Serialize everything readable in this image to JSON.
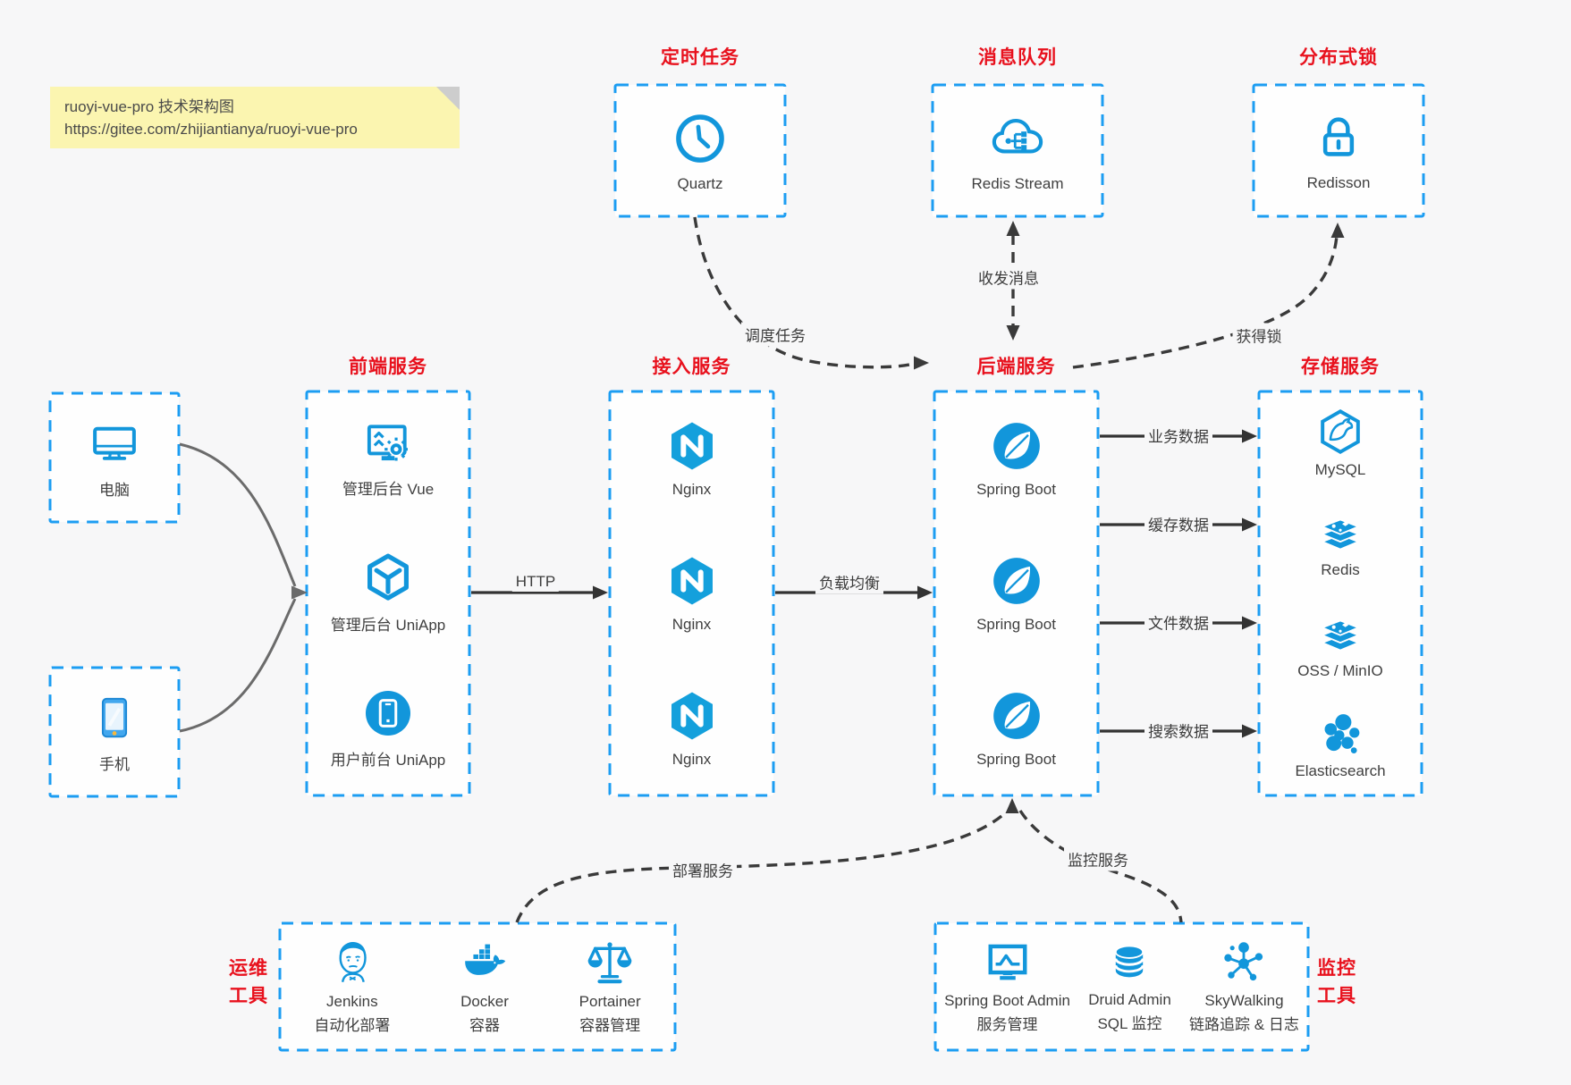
{
  "note": {
    "line1": "ruoyi-vue-pro 技术架构图",
    "line2": "https://gitee.com/zhijiantianya/ruoyi-vue-pro"
  },
  "top": [
    {
      "title": "定时任务",
      "item": {
        "icon": "clock-icon",
        "label": "Quartz"
      }
    },
    {
      "title": "消息队列",
      "item": {
        "icon": "redis-stream-cloud-icon",
        "label": "Redis Stream"
      }
    },
    {
      "title": "分布式锁",
      "item": {
        "icon": "lock-icon",
        "label": "Redisson"
      }
    }
  ],
  "clients": [
    {
      "icon": "desktop-icon",
      "label": "电脑"
    },
    {
      "icon": "phone-icon",
      "label": "手机"
    }
  ],
  "cols": {
    "frontend": {
      "title": "前端服务",
      "items": [
        {
          "icon": "admin-vue-icon",
          "label": "管理后台 Vue"
        },
        {
          "icon": "uniapp-cube-icon",
          "label": "管理后台 UniApp"
        },
        {
          "icon": "user-app-icon",
          "label": "用户前台 UniApp"
        }
      ]
    },
    "gateway": {
      "title": "接入服务",
      "items": [
        {
          "icon": "nginx-icon",
          "label": "Nginx"
        },
        {
          "icon": "nginx-icon",
          "label": "Nginx"
        },
        {
          "icon": "nginx-icon",
          "label": "Nginx"
        }
      ]
    },
    "backend": {
      "title": "后端服务",
      "items": [
        {
          "icon": "spring-boot-icon",
          "label": "Spring Boot"
        },
        {
          "icon": "spring-boot-icon",
          "label": "Spring Boot"
        },
        {
          "icon": "spring-boot-icon",
          "label": "Spring Boot"
        }
      ]
    },
    "storage": {
      "title": "存储服务",
      "items": [
        {
          "icon": "mysql-icon",
          "label": "MySQL"
        },
        {
          "icon": "redis-stack-icon",
          "label": "Redis"
        },
        {
          "icon": "oss-stack-icon",
          "label": "OSS / MinIO"
        },
        {
          "icon": "elasticsearch-icon",
          "label": "Elasticsearch"
        }
      ]
    }
  },
  "ops": {
    "title_line1": "运维",
    "title_line2": "工具",
    "items": [
      {
        "icon": "jenkins-icon",
        "label": "Jenkins",
        "sublabel": "自动化部署"
      },
      {
        "icon": "docker-icon",
        "label": "Docker",
        "sublabel": "容器"
      },
      {
        "icon": "portainer-icon",
        "label": "Portainer",
        "sublabel": "容器管理"
      }
    ]
  },
  "mon": {
    "title_line1": "监控",
    "title_line2": "工具",
    "items": [
      {
        "icon": "spring-boot-admin-icon",
        "label": "Spring Boot Admin",
        "sublabel": "服务管理"
      },
      {
        "icon": "druid-icon",
        "label": "Druid Admin",
        "sublabel": "SQL 监控"
      },
      {
        "icon": "skywalking-icon",
        "label": "SkyWalking",
        "sublabel": "链路追踪 & 日志"
      }
    ]
  },
  "edges": {
    "http": "HTTP",
    "load_balance": "负载均衡",
    "schedule": "调度任务",
    "message": "收发消息",
    "lock": "获得锁",
    "business": "业务数据",
    "cache": "缓存数据",
    "file": "文件数据",
    "search": "搜索数据",
    "deploy": "部署服务",
    "monitor": "监控服务"
  },
  "colors": {
    "border_blue": "#1c9df2",
    "icon_blue": "#1296db",
    "title_red": "#e8111d",
    "line_dark": "#3a3a3a",
    "client_line_gray": "#6b6b6b",
    "note_yellow": "#fbf5b0"
  }
}
